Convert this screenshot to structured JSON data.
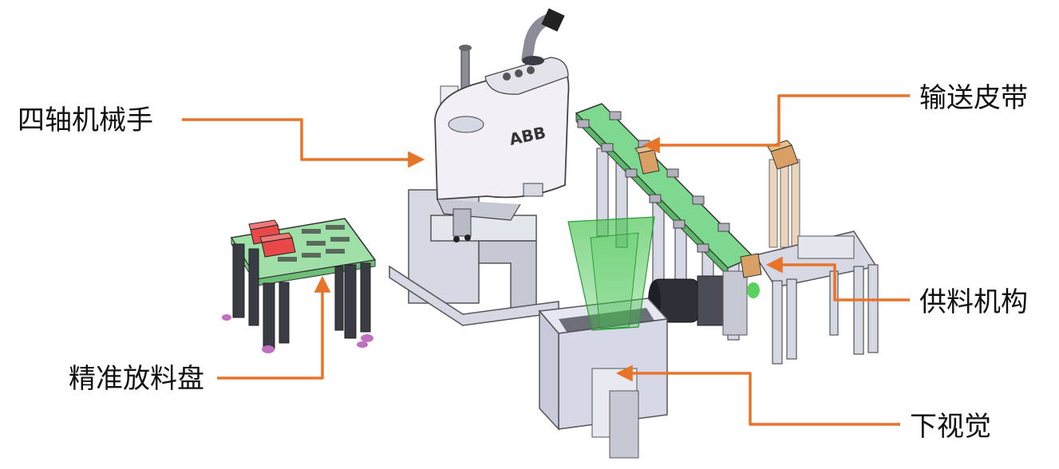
{
  "labels": {
    "robot": "四轴机械手",
    "conveyor": "输送皮带",
    "feeder": "供料机构",
    "tray": "精准放料盘",
    "vision": "下视觉"
  },
  "colors": {
    "leader": "#E8742A",
    "frame": "#D6D8E4",
    "frame_dark": "#8A8C98",
    "belt": "#7FD890",
    "red_block": "#E84848",
    "wood_block": "#D9A066",
    "vision_cone": "#3FC24A",
    "robot_body": "#F2F0F6"
  },
  "icons": [
    "scara-robot-icon",
    "conveyor-belt-icon",
    "feeder-icon",
    "tray-icon",
    "camera-box-icon"
  ]
}
